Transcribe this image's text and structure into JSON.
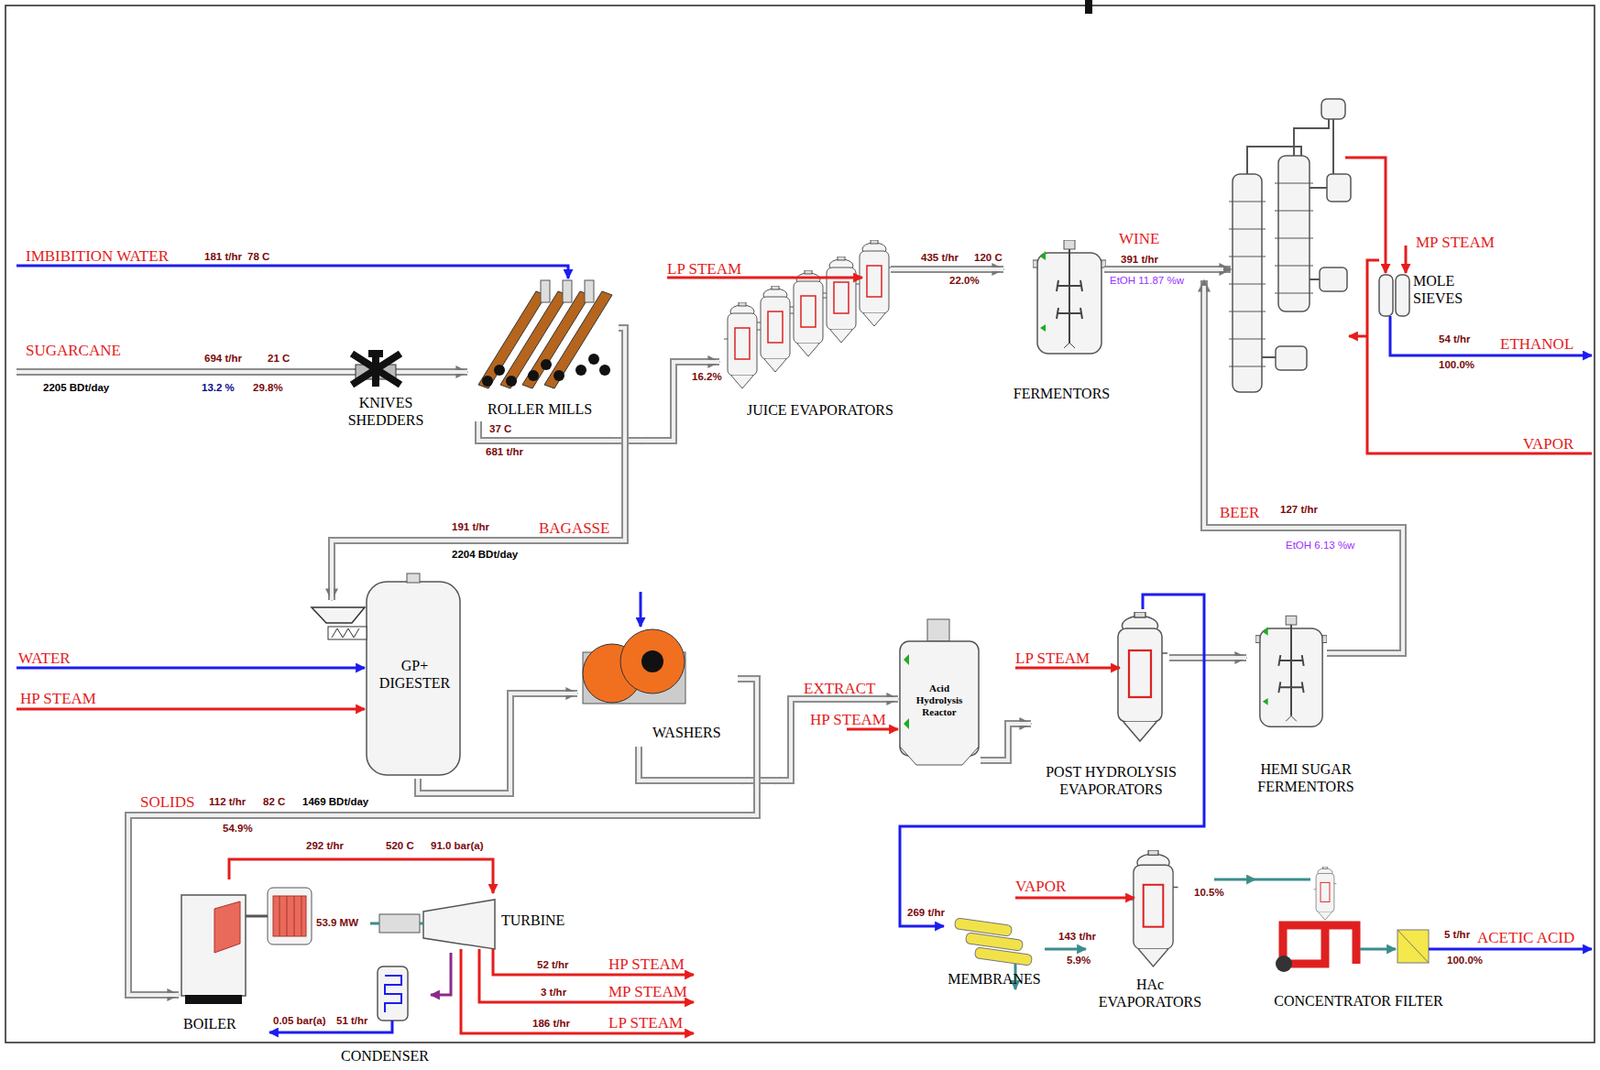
{
  "diagram": {
    "nodes": [
      {
        "text": [
          "KNIVES SHEDDERS"
        ]
      },
      {
        "text": [
          "ROLLER MILLS"
        ]
      },
      {
        "text": [
          "JUICE EVAPORATORS"
        ]
      },
      {
        "text": [
          "FERMENTORS"
        ]
      },
      {
        "text": [
          "MOLE SIEVES"
        ]
      },
      {
        "text": [
          "GP+ DIGESTER"
        ]
      },
      {
        "text": [
          "WASHERS"
        ]
      },
      {
        "text": [
          "Acid Hydrolysis Reactor"
        ]
      },
      {
        "text": [
          "POST HYDROLYSIS EVAPORATORS"
        ]
      },
      {
        "text": [
          "HEMI SUGAR FERMENTORS"
        ]
      },
      {
        "text": [
          "MEMBRANES"
        ]
      },
      {
        "text": [
          "HAc EVAPORATORS"
        ]
      },
      {
        "text": [
          "CONCENTRATOR FILTER"
        ]
      },
      {
        "text": [
          "BOILER"
        ]
      },
      {
        "text": [
          "TURBINE"
        ]
      },
      {
        "text": [
          "CONDENSER"
        ]
      }
    ],
    "edges": [
      {
        "from": 0,
        "to": 1,
        "arrow": "to"
      },
      {
        "from": 1,
        "to": 2,
        "arrow": "to"
      },
      {
        "from": 1,
        "to": 5,
        "label": "BAGASSE",
        "arrow": "to"
      },
      {
        "from": 2,
        "to": 3,
        "arrow": "to"
      },
      {
        "from": 5,
        "to": 6,
        "arrow": "to"
      },
      {
        "from": 6,
        "to": 7,
        "label": "EXTRACT",
        "arrow": "to"
      },
      {
        "from": 6,
        "to": 13,
        "label": "SOLIDS",
        "arrow": "to"
      },
      {
        "from": 7,
        "to": 8,
        "arrow": "to"
      },
      {
        "from": 8,
        "to": 9,
        "arrow": "to"
      },
      {
        "from": 8,
        "to": 10,
        "arrow": "to"
      },
      {
        "from": 10,
        "to": 11,
        "arrow": "to"
      },
      {
        "from": 11,
        "to": 12,
        "arrow": "to"
      },
      {
        "from": 13,
        "to": 14,
        "arrow": "to"
      },
      {
        "from": 14,
        "to": 15,
        "arrow": "to"
      }
    ],
    "labels": [
      "IMBIBITION WATER",
      "181 t/hr",
      "78 C",
      "SUGARCANE",
      "694 t/hr",
      "21 C",
      "2205 BDt/day",
      "13.2 %",
      "29.8%",
      "37 C",
      "681 t/hr",
      "16.2%",
      "LP STEAM",
      "435 t/hr",
      "120 C",
      "22.0%",
      "WINE",
      "391 t/hr",
      "EtOH 11.87 %w",
      "MP STEAM",
      "54 t/hr",
      "ETHANOL",
      "100.0%",
      "VAPOR",
      "BEER",
      "127 t/hr",
      "EtOH 6.13 %w",
      "191 t/hr",
      "2204 BDt/day",
      "WATER",
      "HP STEAM",
      "HP STEAM",
      "LP STEAM",
      "112 t/hr",
      "82 C",
      "1469 BDt/day",
      "54.9%",
      "292 t/hr",
      "520 C",
      "91.0 bar(a)",
      "53.9 MW",
      "52 t/hr",
      "HP STEAM",
      "3 t/hr",
      "MP STEAM",
      "186 t/hr",
      "LP STEAM",
      "0.05 bar(a)",
      "51 t/hr",
      "VAPOR",
      "269 t/hr",
      "143 t/hr",
      "5.9%",
      "10.5%",
      "5 t/hr",
      "ACETIC ACID",
      "100.0%"
    ]
  }
}
